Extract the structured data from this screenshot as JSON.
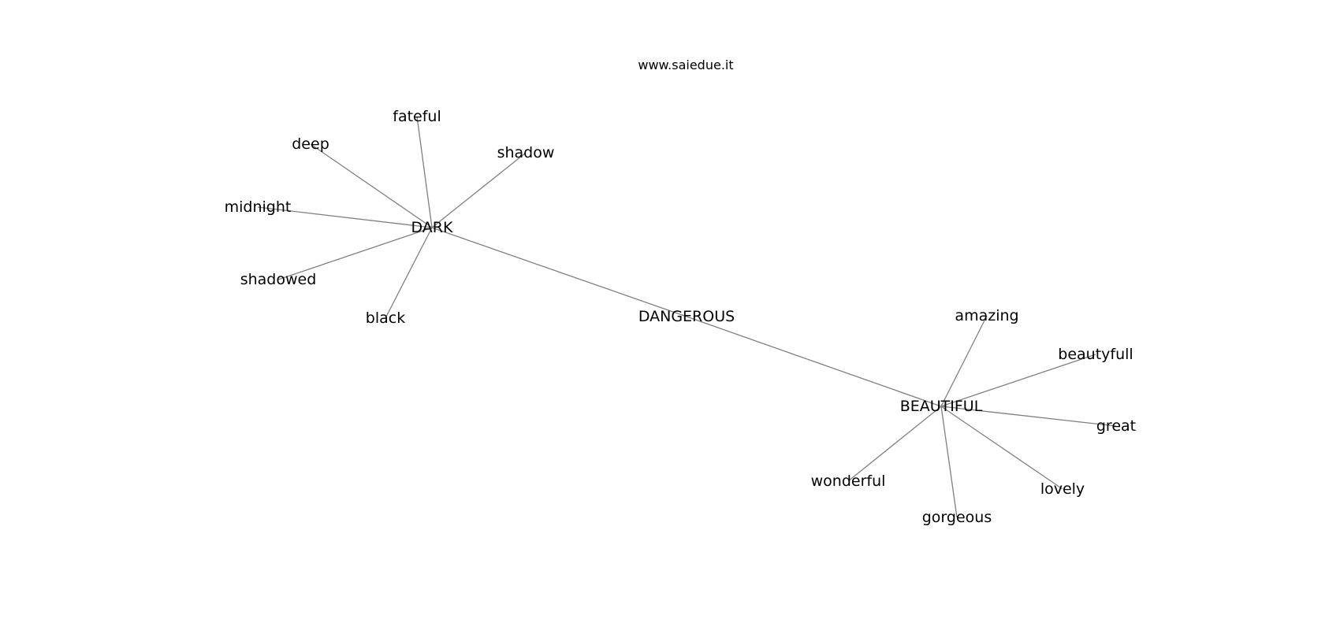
{
  "site": "www.saiedue.it",
  "nodes": [
    {
      "id": "DARK",
      "label": "DARK"
    },
    {
      "id": "DANGEROUS",
      "label": "DANGEROUS"
    },
    {
      "id": "BEAUTIFUL",
      "label": "BEAUTIFUL"
    },
    {
      "id": "fateful",
      "label": "fateful"
    },
    {
      "id": "deep",
      "label": "deep"
    },
    {
      "id": "shadow",
      "label": "shadow"
    },
    {
      "id": "midnight",
      "label": "midnight"
    },
    {
      "id": "shadowed",
      "label": "shadowed"
    },
    {
      "id": "black",
      "label": "black"
    },
    {
      "id": "amazing",
      "label": "amazing"
    },
    {
      "id": "beautyfull",
      "label": "beautyfull"
    },
    {
      "id": "great",
      "label": "great"
    },
    {
      "id": "wonderful",
      "label": "wonderful"
    },
    {
      "id": "lovely",
      "label": "lovely"
    },
    {
      "id": "gorgeous",
      "label": "gorgeous"
    }
  ],
  "edges": [
    [
      "DARK",
      "DANGEROUS"
    ],
    [
      "DANGEROUS",
      "BEAUTIFUL"
    ],
    [
      "DARK",
      "fateful"
    ],
    [
      "DARK",
      "deep"
    ],
    [
      "DARK",
      "shadow"
    ],
    [
      "DARK",
      "midnight"
    ],
    [
      "DARK",
      "shadowed"
    ],
    [
      "DARK",
      "black"
    ],
    [
      "BEAUTIFUL",
      "amazing"
    ],
    [
      "BEAUTIFUL",
      "beautyfull"
    ],
    [
      "BEAUTIFUL",
      "great"
    ],
    [
      "BEAUTIFUL",
      "wonderful"
    ],
    [
      "BEAUTIFUL",
      "lovely"
    ],
    [
      "BEAUTIFUL",
      "gorgeous"
    ]
  ],
  "colors": {
    "edge": "#808080",
    "text": "#000000",
    "background": "#ffffff"
  }
}
